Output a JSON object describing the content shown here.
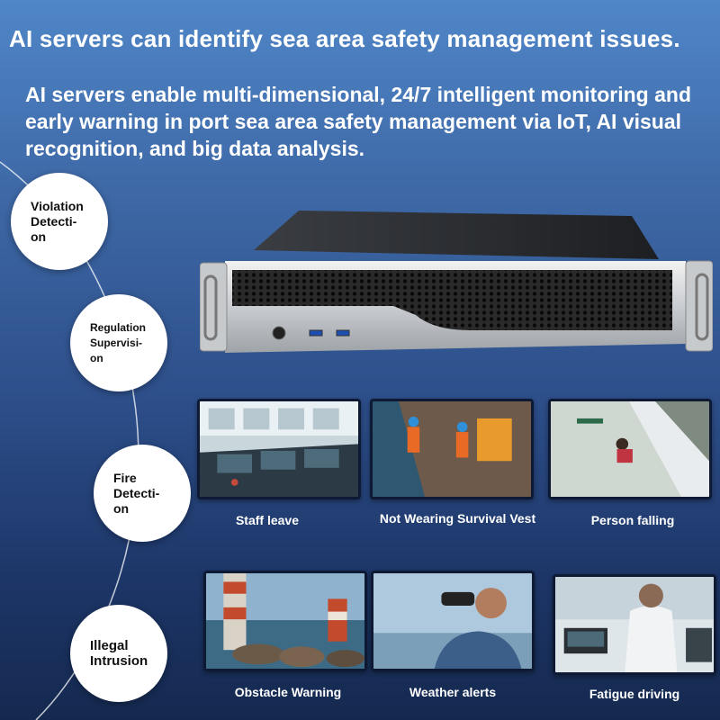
{
  "header": {
    "headline": "AI servers can identify sea area safety management issues.",
    "subtitle": "AI servers enable multi-dimensional, 24/7 intelligent monitoring and early warning in port sea area safety management via IoT, AI visual recognition, and big data analysis."
  },
  "circles": [
    {
      "lines": [
        "Violation",
        "Detecti-",
        "on"
      ]
    },
    {
      "lines": [
        "Regulation",
        "Supervisi-",
        "on"
      ]
    },
    {
      "lines": [
        "Fire",
        "Detecti-",
        "on"
      ]
    },
    {
      "lines": [
        "Illegal",
        "Intrusion"
      ]
    }
  ],
  "scenarios": [
    {
      "label": "Staff leave",
      "image": "ship-bridge-photo"
    },
    {
      "label": "Not Wearing Survival Vest",
      "image": "deck-workers-photo"
    },
    {
      "label": "Person falling",
      "image": "person-overboard-photo"
    },
    {
      "label": "Obstacle Warning",
      "image": "rocks-buoy-photo"
    },
    {
      "label": "Weather alerts",
      "image": "man-binoculars-photo"
    },
    {
      "label": "Fatigue driving",
      "image": "captain-console-photo"
    }
  ],
  "colors": {
    "background_top": "#4f86c8",
    "background_bottom": "#15294f",
    "circle_fill": "#ffffff"
  }
}
